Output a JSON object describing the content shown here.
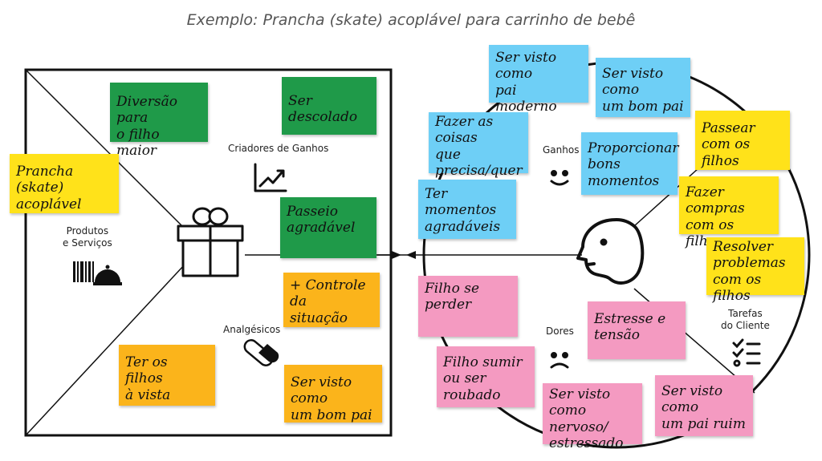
{
  "title": "Exemplo: Prancha (skate) acoplável para carrinho de bebê",
  "labels": {
    "gain_creators": "Criadores de Ganhos",
    "products_services": "Produtos\ne Serviços",
    "pain_relievers": "Analgésicos",
    "gains": "Ganhos",
    "pains": "Dores",
    "customer_jobs": "Tarefas\ndo Cliente"
  },
  "notes": {
    "diversao": "Diversão para\no filho maior",
    "descolado": "Ser descolado",
    "prancha": "Prancha (skate)\nacoplável",
    "passeio": "Passeio\nagradável",
    "controle": "+ Controle da\nsituação",
    "filhos_vista": "Ter os filhos\nà vista",
    "bom_pai_left": "Ser visto como\num bom pai",
    "pai_moderno": "Ser visto como\npai moderno",
    "bom_pai_right": "Ser visto como\num bom pai",
    "fazer_coisas": "Fazer as coisas\nque precisa/quer\nfazer",
    "bons_momentos": "Proporcionar\nbons momentos",
    "momentos_agradaveis": "Ter momentos\nagradáveis",
    "passear": "Passear\ncom os filhos",
    "compras": "Fazer compras\ncom os filhos",
    "resolver": "Resolver\nproblemas\ncom os filhos",
    "filho_perder": "Filho se\nperder",
    "estresse": "Estresse e\ntensão",
    "filho_sumir": "Filho sumir\nou ser roubado",
    "nervoso": "Ser visto como\nnervoso/\nestressado",
    "pai_ruim": "Ser visto como\num pai ruim"
  },
  "colors": {
    "green": "#1f9a49",
    "yellow": "#ffe21a",
    "orange": "#fbb41b",
    "blue": "#6ecff6",
    "pink": "#f49ac1"
  },
  "icons": [
    "gift-icon",
    "chart-growth-icon",
    "barcode-service-bell-icon",
    "pill-icon",
    "smile-icon",
    "frown-icon",
    "checklist-icon",
    "face-profile-icon"
  ]
}
